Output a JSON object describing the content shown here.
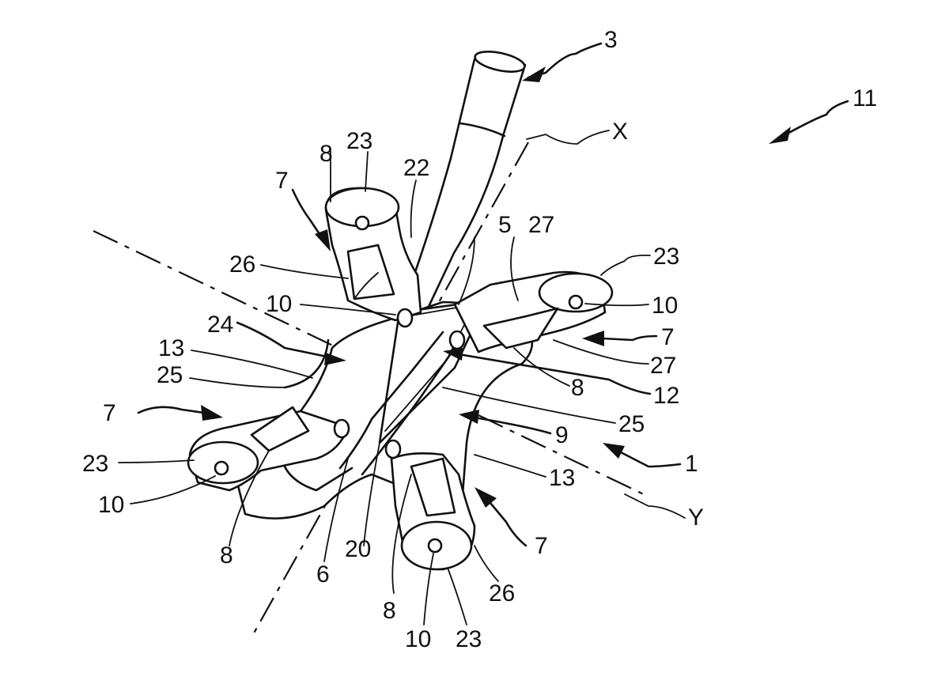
{
  "figure": {
    "line_color": "#111111",
    "background": "#ffffff"
  },
  "labels": {
    "l3": "3",
    "l11": "11",
    "lX": "X",
    "l23_top": "23",
    "l8_top": "8",
    "l22": "22",
    "l7_top": "7",
    "l5": "5",
    "l27_top": "27",
    "l23_right": "23",
    "l26_top": "26",
    "l10_upper_left": "10",
    "l10_right": "10",
    "l24": "24",
    "l7_right": "7",
    "l13_left": "13",
    "l27_bottom": "27",
    "l25_left": "25",
    "l8_right": "8",
    "l12": "12",
    "l25_right": "25",
    "l7_left": "7",
    "l9": "9",
    "l1": "1",
    "l23_left": "23",
    "l13_right": "13",
    "l10_left": "10",
    "lY": "Y",
    "l7_bottom": "7",
    "l8_left": "8",
    "l6": "6",
    "l20": "20",
    "l26_bottom": "26",
    "l8_bottom": "8",
    "l10_bottom": "10",
    "l23_bottom": "23"
  }
}
